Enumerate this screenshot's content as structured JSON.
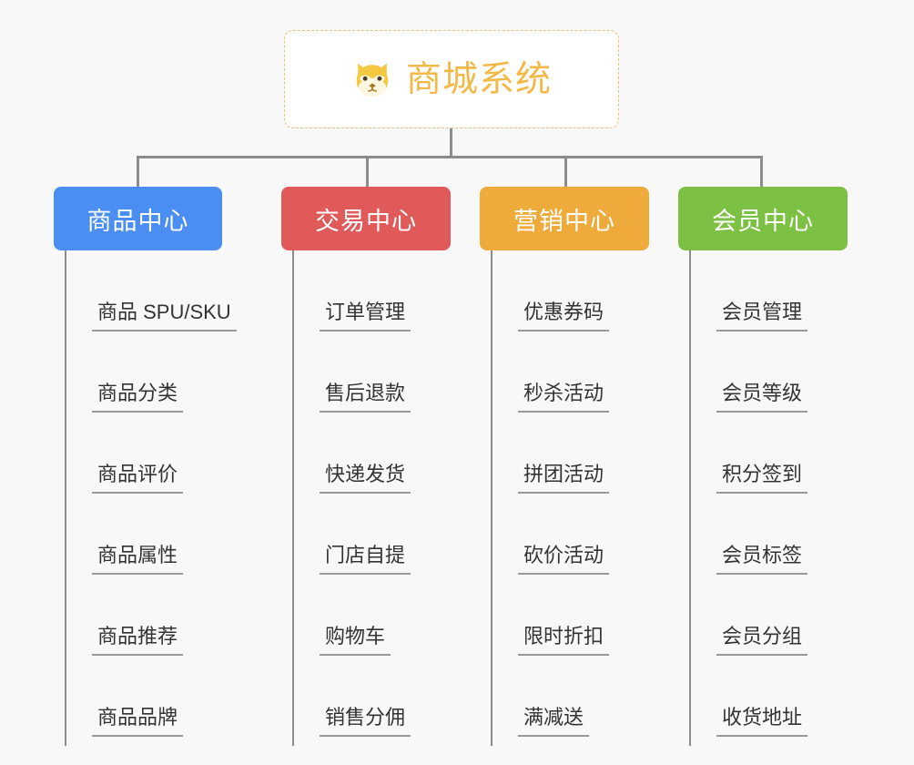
{
  "canvas": {
    "background": "#f8f8f8",
    "connector_color": "#8c8c8c"
  },
  "root": {
    "title": "商城系统",
    "icon": "shiba-dog-face-icon",
    "border_color": "#f0c070",
    "text_color": "#f2b949",
    "background": "#ffffff"
  },
  "branches": [
    {
      "label": "商品中心",
      "color": "#4a8ef1",
      "items": [
        "商品 SPU/SKU",
        "商品分类",
        "商品评价",
        "商品属性",
        "商品推荐",
        "商品品牌"
      ]
    },
    {
      "label": "交易中心",
      "color": "#e05a5a",
      "items": [
        "订单管理",
        "售后退款",
        "快递发货",
        "门店自提",
        "购物车",
        "销售分佣"
      ]
    },
    {
      "label": "营销中心",
      "color": "#eeab3c",
      "items": [
        "优惠券码",
        "秒杀活动",
        "拼团活动",
        "砍价活动",
        "限时折扣",
        "满减送"
      ]
    },
    {
      "label": "会员中心",
      "color": "#7cc143",
      "items": [
        "会员管理",
        "会员等级",
        "积分签到",
        "会员标签",
        "会员分组",
        "收货地址"
      ]
    }
  ]
}
